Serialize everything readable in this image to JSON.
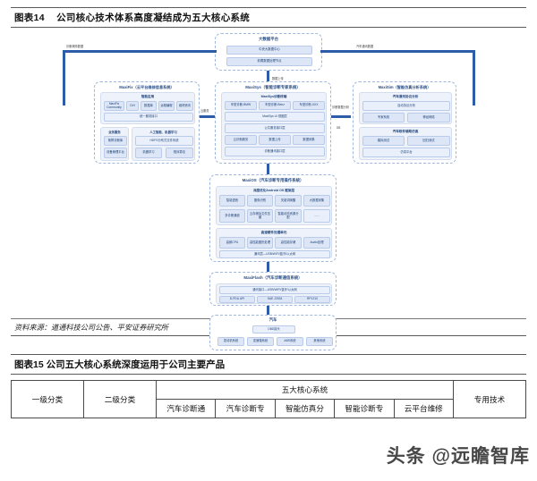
{
  "figure14": {
    "number": "图表14",
    "title": "公司核心技术体系高度凝结成为五大核心系统",
    "source": "资料来源：道通科技公司公告、平安证券研究所",
    "arrow_labels": {
      "left_top": "诊断故障数据",
      "right_top": "汽车通讯数据",
      "upload": "数据上传",
      "maxifix_to_maxisys": "云服务",
      "maxisys_to_maxisim": "诊断数据分析",
      "db": "DB"
    },
    "bigdata": {
      "title": "大数据平台",
      "items": [
        "中央大数据中心",
        "前置数据处理节点"
      ]
    },
    "maxifix": {
      "title": "MaxiFix（云平台维修信息系统）",
      "section_app": "智能应用",
      "app_items": [
        "MaxiFix Community",
        "DVI",
        "数据库",
        "远程编程",
        "维修资讯"
      ],
      "unified": "统一服务接口",
      "section_biz": "业务服务",
      "biz_items": [
        "故障诊断库",
        "设备管理平台",
        "机器学习"
      ],
      "section_ai": "人工智能、机器学习",
      "ai_top": "HDFS分布式文件系统",
      "ai_items": [
        "机器学习",
        "程序算法"
      ]
    },
    "maxisys": {
      "title": "MaxiSys（智能诊断专家系统）",
      "terminal": "MaxiSys诊断终端",
      "models": [
        "车型诊断-BMW",
        "车型诊断-Benz",
        "车型诊断-XXX"
      ],
      "ui_layer": "MaxiSys UI 视图层",
      "service_layer": "公共服务接口层",
      "services": [
        "云诊断服务",
        "数据上传",
        "数据采集"
      ],
      "comm_layer": "诊断通讯接口层"
    },
    "maxisim": {
      "title": "MaxiSim（智能仿真分析系统）",
      "section1": "汽车通讯协议分析",
      "section1_top": "自动协议分析",
      "section1_items": [
        "专家系统",
        "神经网络"
      ],
      "section2": "汽车软件辅助仿真",
      "section2_items": [
        "模拟测试",
        "回归测试"
      ],
      "section2_bottom": "仿真平台"
    },
    "maxios": {
      "title": "MaxiOS（汽车诊断专用操作系统）",
      "section_android": "深度优化Android OS 框架层",
      "android_row1": [
        "智能语音",
        "图像识别",
        "关键词唤醒",
        "大数据采集"
      ],
      "android_row2": [
        "多诊断通道",
        "云存储及文件压缩",
        "智能动态资源分配",
        "……"
      ],
      "section_hw": "高速硬件处理单元",
      "hw_items": [
        "高频CPU",
        "高性能图形处理",
        "高性能存储",
        "Audio处理"
      ],
      "comm": "通讯层—USB/WIFI/蓝牙/以太网"
    },
    "maxiflash": {
      "title": "MaxiFlash（汽车诊断通信系统）",
      "comm": "通讯接口—USB/WIFI/蓝牙/以太网",
      "protocols": [
        "D-PDU API",
        "SAE J2534",
        "RP1210"
      ]
    },
    "vehicle": {
      "title": "汽车",
      "connector": "OBD接头",
      "systems": [
        "发动机系统",
        "变速箱系统",
        "ABS系统",
        "其他系统"
      ]
    }
  },
  "figure15": {
    "number": "图表15",
    "title": "公司五大核心系统深度运用于公司主要产品",
    "header_group": "五大核心系统",
    "col_level1": "一级分类",
    "col_level2": "二级分类",
    "col_special": "专用技术",
    "sub_headers": [
      "汽车诊断通",
      "汽车诊断专",
      "智能仿真分",
      "智能诊断专",
      "云平台维修"
    ]
  },
  "watermark": "头条 @远瞻智库"
}
